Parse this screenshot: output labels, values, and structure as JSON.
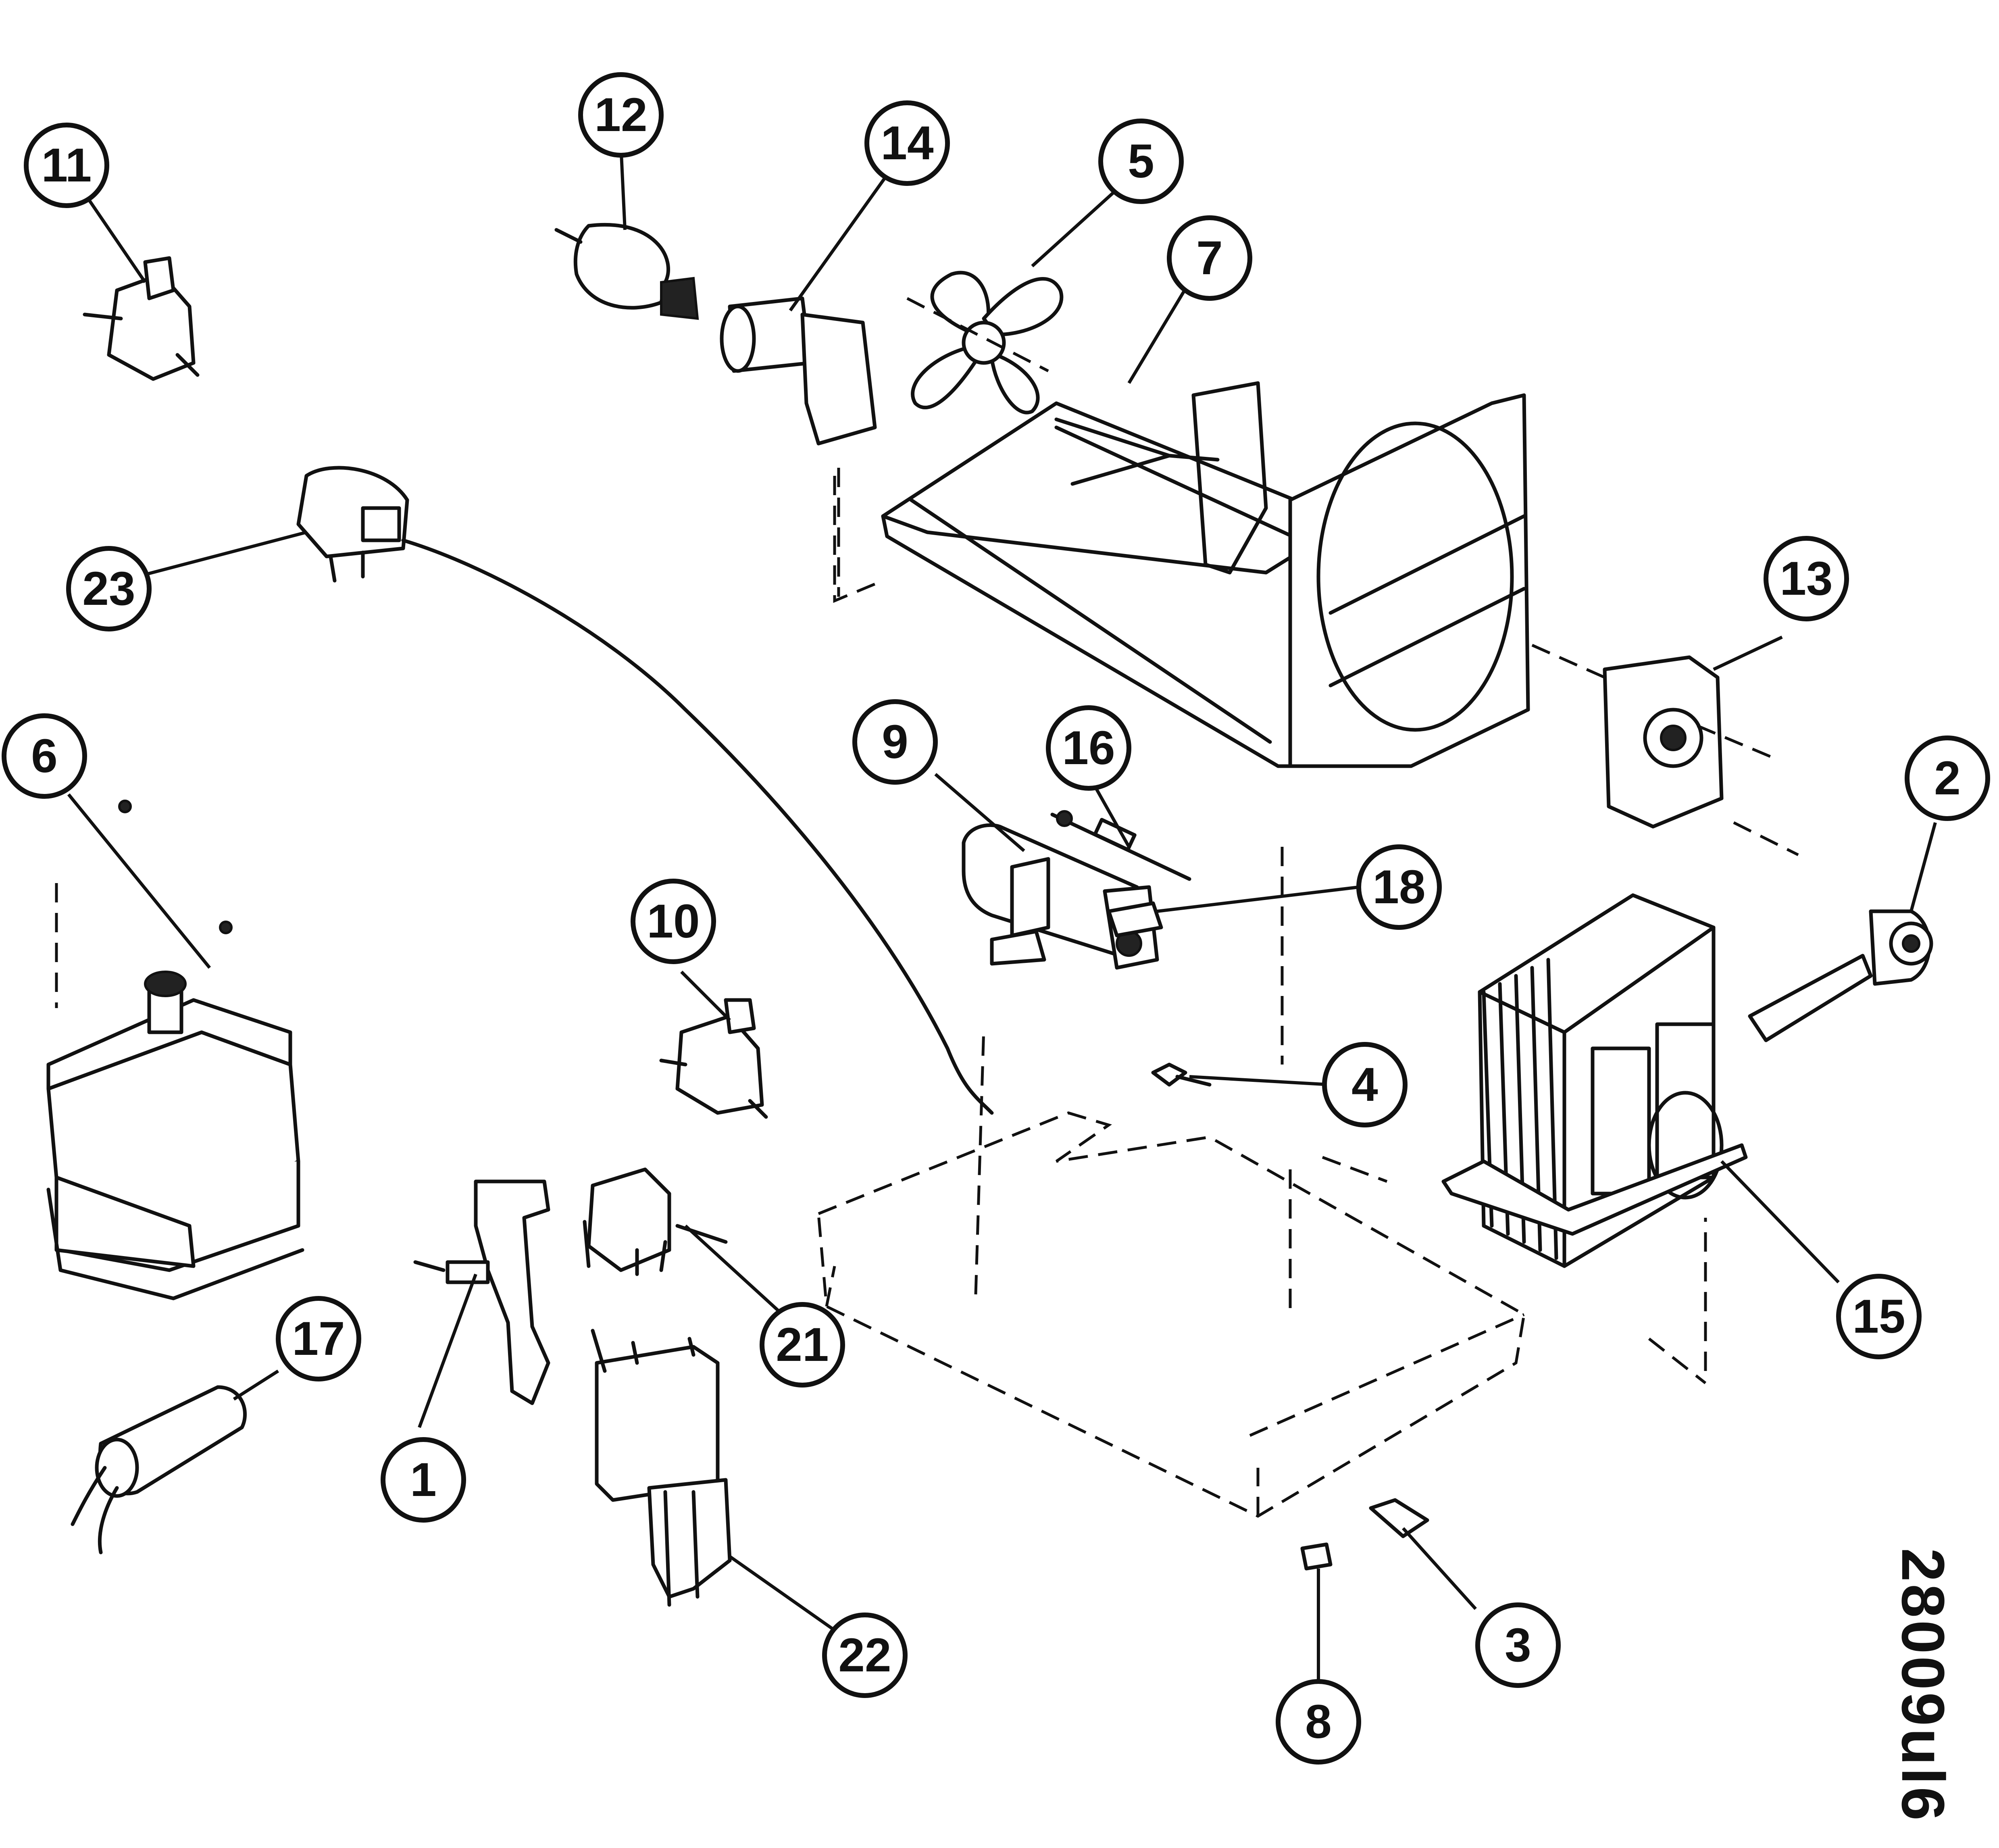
{
  "drawing_code": "28009ul6",
  "callouts": {
    "c1": "1",
    "c2": "2",
    "c3": "3",
    "c4": "4",
    "c5": "5",
    "c6": "6",
    "c7": "7",
    "c8": "8",
    "c9": "9",
    "c10": "10",
    "c11": "11",
    "c12": "12",
    "c13": "13",
    "c14": "14",
    "c15": "15",
    "c16": "16",
    "c17": "17",
    "c18": "18",
    "c21": "21",
    "c22": "22",
    "c23": "23"
  }
}
